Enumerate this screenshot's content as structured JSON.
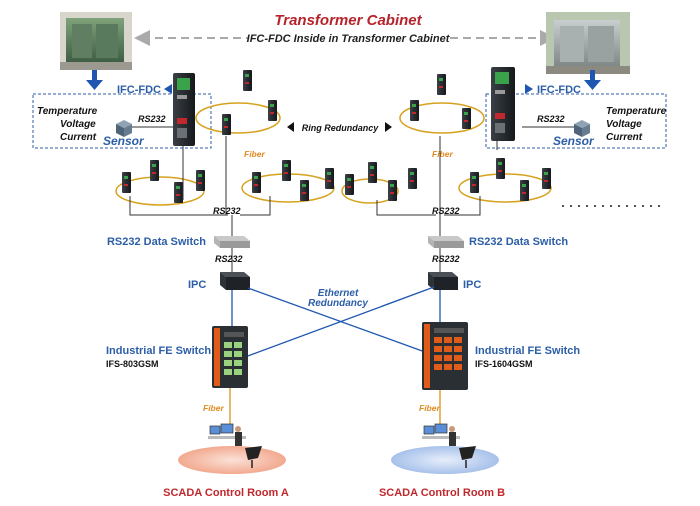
{
  "title": "Transformer Cabinet",
  "subtitle": "IFC-FDC Inside in Transformer Cabinet",
  "left": {
    "ifc_label": "IFC-FDC",
    "sensor_lines": [
      "Temperature",
      "Voltage",
      "Current"
    ],
    "sensor_label": "Sensor",
    "rs232_top": "RS232",
    "fiber": "Fiber",
    "rs232_a": "RS232",
    "data_switch": "RS232 Data Switch",
    "rs232_b": "RS232",
    "ipc": "IPC",
    "switch_label": "Industrial FE Switch",
    "switch_model": "IFS-803GSM",
    "fiber_bottom": "Fiber",
    "control_room": "SCADA Control Room A"
  },
  "right": {
    "ifc_label": "IFC-FDC",
    "sensor_lines": [
      "Temperature",
      "Voltage",
      "Current"
    ],
    "sensor_label": "Sensor",
    "rs232_top": "RS232",
    "fiber": "Fiber",
    "rs232_a": "RS232",
    "data_switch": "RS232 Data Switch",
    "rs232_b": "RS232",
    "ipc": "IPC",
    "switch_label": "Industrial FE Switch",
    "switch_model": "IFS-1604GSM",
    "fiber_bottom": "Fiber",
    "control_room": "SCADA Control Room B"
  },
  "ring_redundancy": "Ring Redundancy",
  "ethernet_redundancy": [
    "Ethernet",
    "Redundancy"
  ],
  "colors": {
    "title_red": "#b5242a",
    "label_blue": "#2c5ea8",
    "fiber_orange": "#e08a1e",
    "ring_gold": "#d6a21e",
    "device_dark": "#1e2226",
    "switch_orange": "#e05a1a"
  }
}
